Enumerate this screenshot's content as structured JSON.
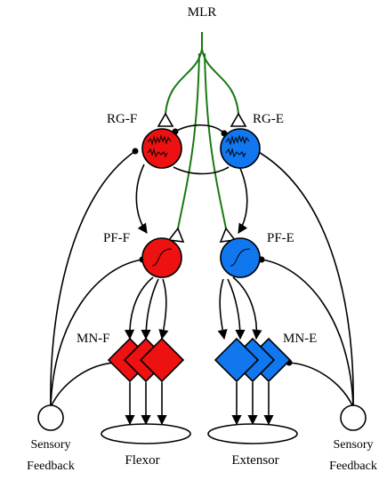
{
  "labels": {
    "mlr": "MLR",
    "rg_f": "RG-F",
    "rg_e": "RG-E",
    "pf_f": "PF-F",
    "pf_e": "PF-E",
    "mn_f": "MN-F",
    "mn_e": "MN-E",
    "sensory_left_1": "Sensory",
    "sensory_left_2": "Feedback",
    "sensory_right_1": "Sensory",
    "sensory_right_2": "Feedback",
    "flexor": "Flexor",
    "extensor": "Extensor"
  },
  "colors": {
    "flexor_red": "#ee1111",
    "extensor_blue": "#1177ee",
    "mlr_green": "#1a7a12",
    "line_black": "#000000"
  }
}
